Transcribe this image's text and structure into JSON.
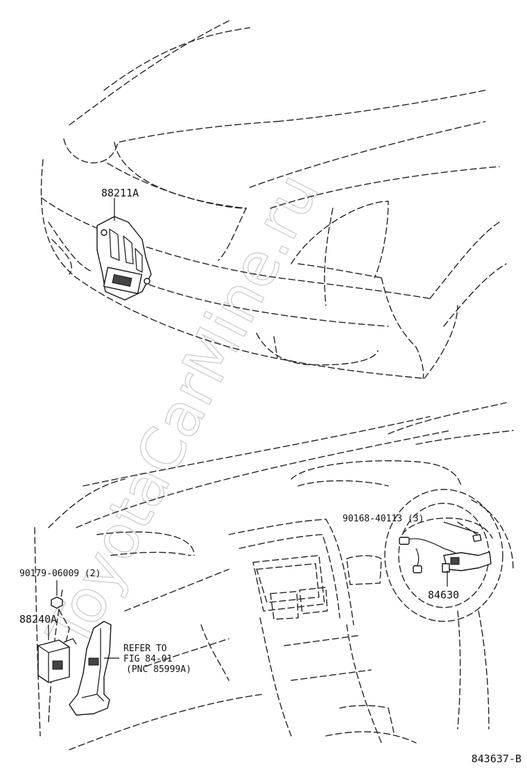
{
  "watermark": "ToyotaCarMine.ru",
  "diagram_code": "843637-B",
  "parts": {
    "front_sensor": {
      "part_no": "88211A"
    },
    "amplifier": {
      "part_no": "88240A"
    },
    "nut": {
      "part_no": "90179-06009 (2)"
    },
    "screw": {
      "part_no": "90168-40113 (3)"
    },
    "switch": {
      "part_no": "84630"
    }
  },
  "reference": {
    "line1": "REFER TO",
    "line2": "FIG 84-01",
    "line3": "(PNC 85999A)"
  }
}
